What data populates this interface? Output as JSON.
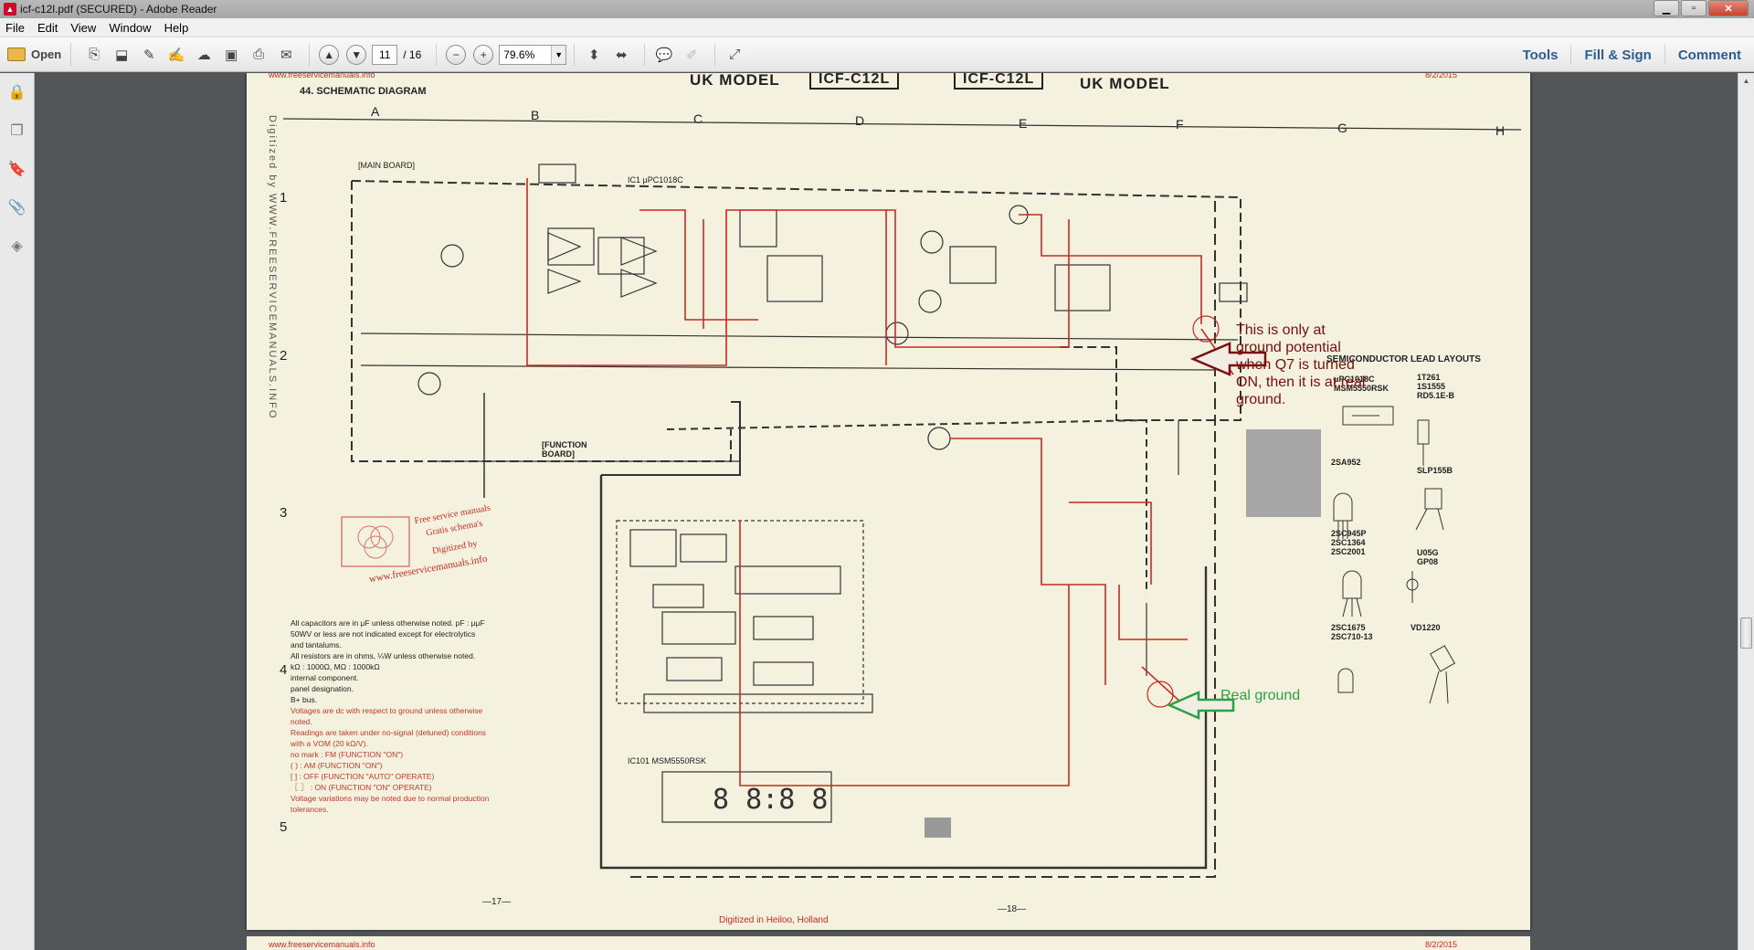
{
  "window": {
    "title": "icf-c12l.pdf (SECURED) - Adobe Reader",
    "app_icon": "adobe-reader-icon"
  },
  "menu": [
    "File",
    "Edit",
    "View",
    "Window",
    "Help"
  ],
  "toolbar": {
    "open_label": "Open",
    "current_page": "11",
    "total_pages": "/ 16",
    "zoom": "79.6%",
    "right": [
      "Tools",
      "Fill & Sign",
      "Comment"
    ]
  },
  "document": {
    "header_url": "www.freeservicemanuals.info",
    "date": "8/2/2015",
    "uk_model_left": "UK MODEL",
    "model1": "ICF-C12L",
    "model2": "ICF-C12L",
    "uk_model_right": "UK MODEL",
    "section": "44. SCHEMATIC DIAGRAM",
    "columns": [
      "A",
      "B",
      "C",
      "D",
      "E",
      "F",
      "G",
      "H"
    ],
    "rows": [
      "1",
      "2",
      "3",
      "4",
      "5"
    ],
    "vertical_side_text": "Digitized by WWW.FREESERVICEMANUALS.INFO",
    "main_board": "[MAIN BOARD]",
    "function_board": "[FUNCTION BOARD]",
    "watermark_lines": [
      "Free service manuals",
      "Gratis schema's",
      "Digitized by",
      "www.freeservicemanuals.info"
    ],
    "semiconductor_title": "SEMICONDUCTOR LEAD LAYOUTS",
    "parts": [
      "μPC1018C",
      "MSM5550RSK",
      "1T261",
      "1S1555",
      "RD5.1E-B",
      "2SA952",
      "SLP155B",
      "2SC945P",
      "2SC1364",
      "2SC2001",
      "U05G",
      "GP08",
      "2SC1675",
      "2SC710-13",
      "VD1220"
    ],
    "notes": [
      "All capacitors are in μF unless otherwise noted. pF : μμF",
      "50WV or less are not indicated except for electrolytics",
      "and tantalums.",
      "All resistors are in ohms, ¼W unless otherwise noted.",
      "kΩ : 1000Ω, MΩ : 1000kΩ",
      "internal component.",
      "panel designation.",
      "B+ bus.",
      "Voltages are dc with respect to ground unless otherwise noted.",
      "Readings are taken under no-signal (detuned) conditions with a VOM (20 kΩ/V).",
      "no mark : FM (FUNCTION \"ON\")",
      "( ) : AM (FUNCTION \"ON\")",
      "[ ] : OFF (FUNCTION \"AUTO\" OPERATE)",
      "〖 〗 : ON (FUNCTION \"ON\" OPERATE)",
      "Voltage variations may be noted due to normal production tolerances."
    ],
    "page_left": "—17—",
    "page_right": "—18—",
    "footer": "Digitized in Heiloo, Holland",
    "ic101": "IC101 MSM5550RSK",
    "ic1": "IC1 μPC1018C",
    "annotation_top": "This is only at ground potential when Q7 is turned ON, then it is at real ground.",
    "annotation_bottom": "Real ground"
  },
  "colors": {
    "page_bg": "#f5f1df",
    "trace_red": "#c62a22",
    "arrow_dark_red": "#7a0f0f",
    "arrow_green": "#2aa144"
  }
}
